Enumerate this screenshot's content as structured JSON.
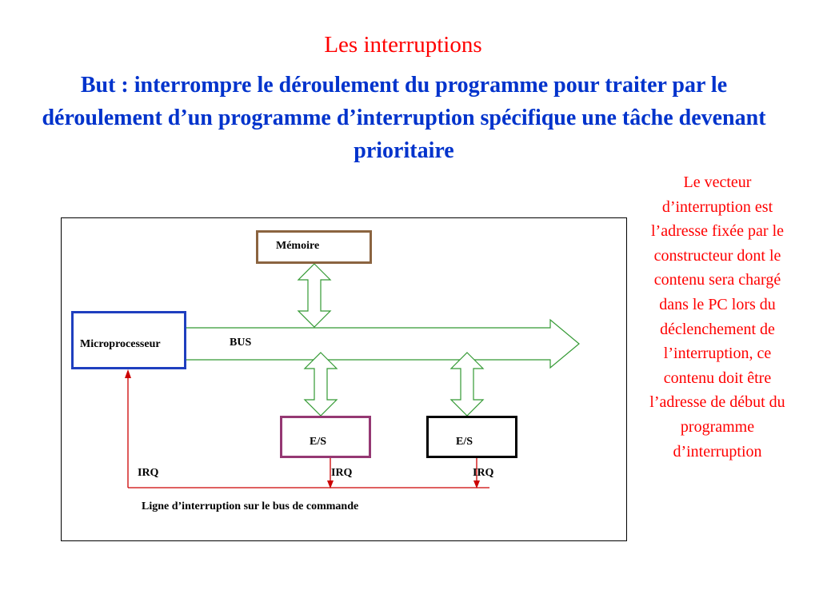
{
  "slide": {
    "title": "Les interruptions",
    "subtitle": "But : interrompre le déroulement du programme pour traiter par le déroulement d’un programme d’interruption spécifique une tâche devenant prioritaire",
    "side_note": "Le vecteur d’interruption est l’adresse fixée par le constructeur dont le contenu sera chargé dans le PC lors du déclenchement de l’interruption, ce contenu doit être l’adresse de début du programme d’interruption"
  },
  "diagram": {
    "memoire_label": "Mémoire",
    "microprocesseur_label": "Microprocesseur",
    "bus_label": "BUS",
    "es1_label": "E/S",
    "es2_label": "E/S",
    "irq_labels": [
      "IRQ",
      "IRQ",
      "IRQ"
    ],
    "interrupt_line_label": "Ligne d’interruption sur le bus de commande",
    "colors": {
      "bus_arrows": "#339933",
      "irq_line": "#cc0000",
      "memoire_border": "#8b6440",
      "micro_border": "#1f3fbf",
      "es1_border": "#953873",
      "es2_border": "#000000"
    }
  }
}
